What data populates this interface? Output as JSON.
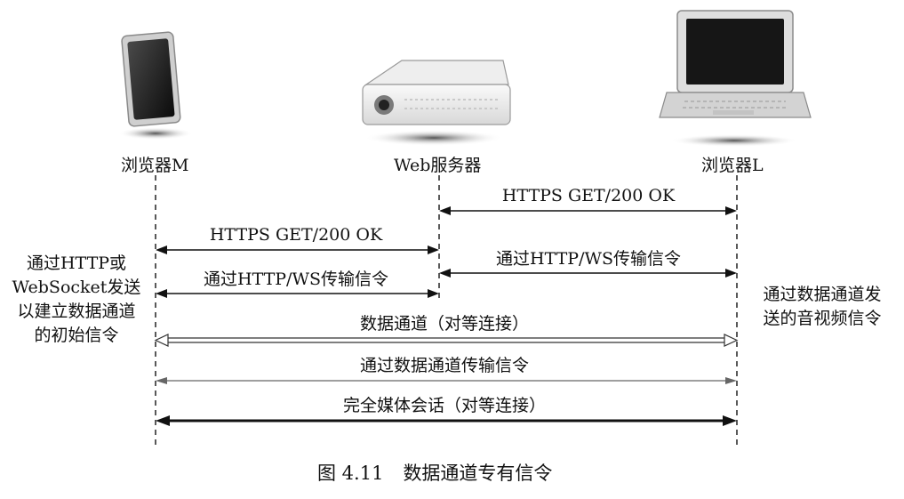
{
  "participants": {
    "left": "浏览器M",
    "middle": "Web服务器",
    "right": "浏览器L"
  },
  "messages": [
    {
      "label": "HTTPS GET/200 OK"
    },
    {
      "label": "HTTPS GET/200 OK"
    },
    {
      "label": "通过HTTP/WS传输信令"
    },
    {
      "label": "通过HTTP/WS传输信令"
    },
    {
      "label": "数据通道（对等连接）"
    },
    {
      "label": "通过数据通道传输信令"
    },
    {
      "label": "完全媒体会话（对等连接）"
    }
  ],
  "notes": {
    "left": [
      "通过HTTP或",
      "WebSocket发送",
      "以建立数据通道",
      "的初始信令"
    ],
    "right": [
      "通过数据通道发",
      "送的音视频信令"
    ]
  },
  "caption": {
    "figure_number": "图 4.11",
    "title": "数据通道专有信令"
  }
}
